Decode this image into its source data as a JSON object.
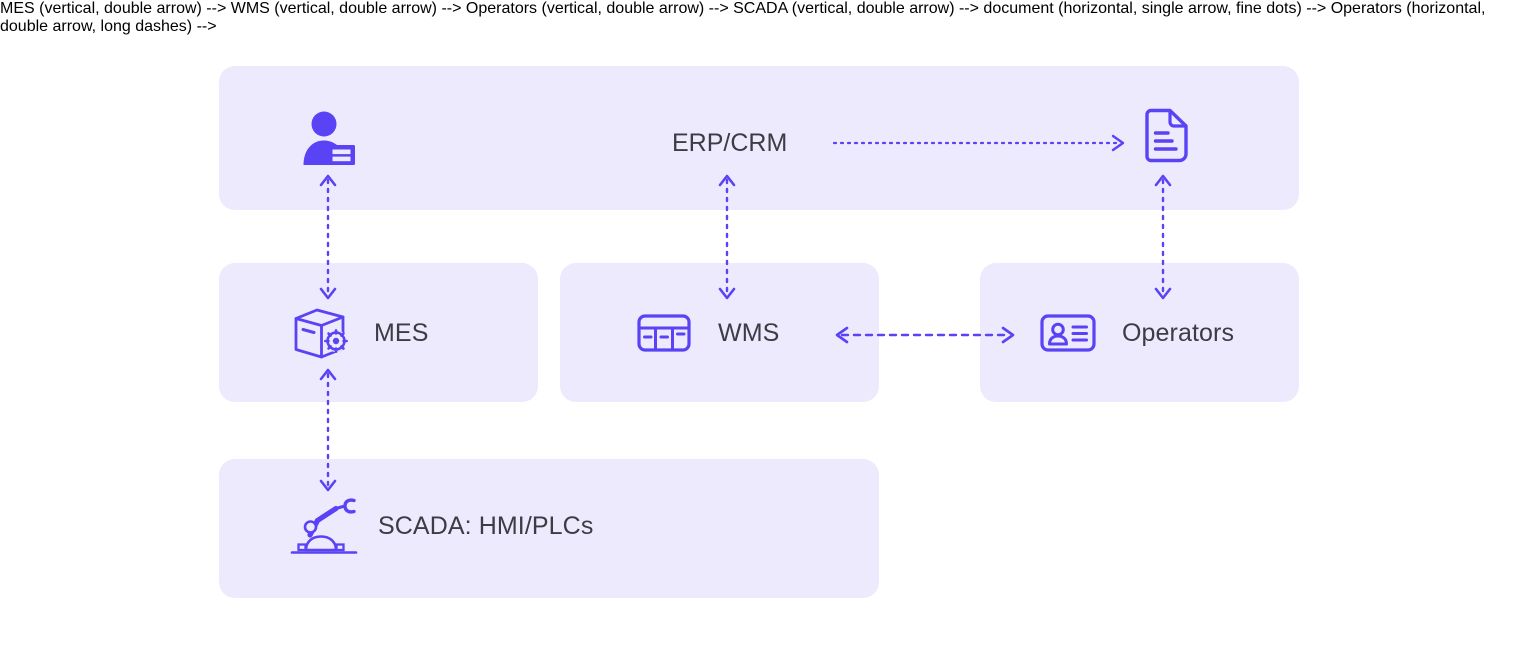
{
  "diagram": {
    "title_visible": false,
    "background_color": "#ffffff",
    "panel_color": "#eceafc",
    "accent_color": "#5a43f5",
    "text_color": "#3c3c45",
    "panels": [
      {
        "id": "top-bar",
        "name": "erp-crm-panel"
      },
      {
        "id": "mes-panel",
        "name": "mes-panel"
      },
      {
        "id": "wms-panel",
        "name": "wms-panel"
      },
      {
        "id": "operators-panel",
        "name": "operators-panel"
      },
      {
        "id": "scada-panel",
        "name": "scada-panel"
      }
    ],
    "nodes": [
      {
        "id": "person",
        "label": "",
        "icon": "person-card-icon"
      },
      {
        "id": "erp",
        "label": "ERP/CRM",
        "icon": ""
      },
      {
        "id": "document",
        "label": "",
        "icon": "document-icon"
      },
      {
        "id": "mes",
        "label": "MES",
        "icon": "box-gear-icon"
      },
      {
        "id": "wms",
        "label": "WMS",
        "icon": "warehouse-rack-icon"
      },
      {
        "id": "operators",
        "label": "Operators",
        "icon": "id-badge-icon"
      },
      {
        "id": "scada",
        "label": "SCADA: HMI/PLCs",
        "icon": "robot-arm-icon"
      }
    ],
    "connectors": [
      {
        "id": "person-mes",
        "from": "person",
        "to": "mes",
        "direction": "both",
        "style": "dotted",
        "orientation": "vertical"
      },
      {
        "id": "erp-wms",
        "from": "erp",
        "to": "wms",
        "direction": "both",
        "style": "dotted",
        "orientation": "vertical"
      },
      {
        "id": "document-operators",
        "from": "document",
        "to": "operators",
        "direction": "both",
        "style": "dotted",
        "orientation": "vertical"
      },
      {
        "id": "mes-scada",
        "from": "mes",
        "to": "scada",
        "direction": "both",
        "style": "dotted",
        "orientation": "vertical"
      },
      {
        "id": "erp-document",
        "from": "erp",
        "to": "document",
        "direction": "right",
        "style": "dotted",
        "orientation": "horizontal"
      },
      {
        "id": "wms-operators",
        "from": "wms",
        "to": "operators",
        "direction": "both",
        "style": "dashed",
        "orientation": "horizontal"
      }
    ]
  }
}
